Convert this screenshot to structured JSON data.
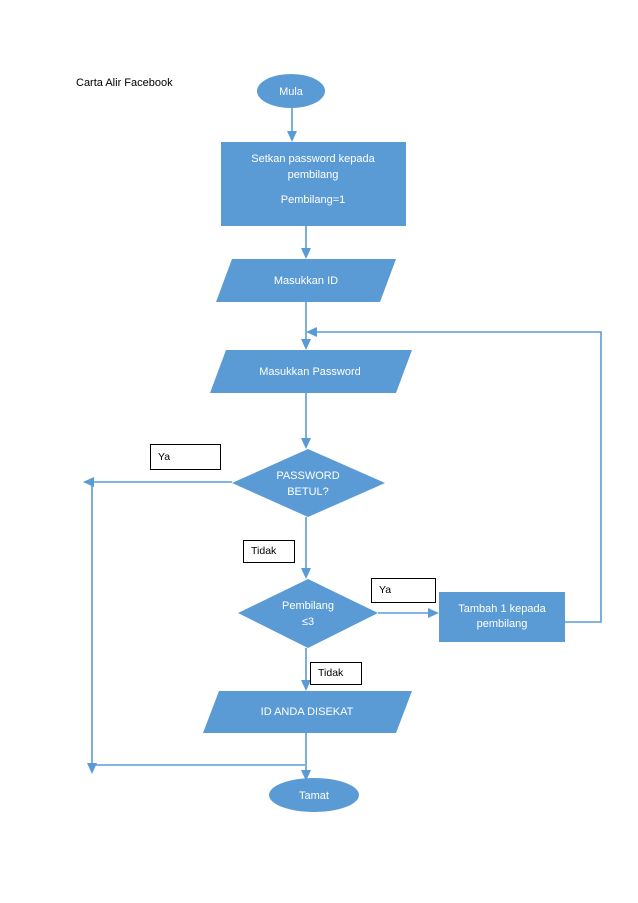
{
  "page": {
    "title": "Carta Alir Facebook",
    "background": "#ffffff",
    "shape_fill": "#5b9bd5",
    "connector_color": "#5b9bd5",
    "shape_text_color": "#ffffff",
    "label_text_color": "#000000"
  },
  "nodes": {
    "start": {
      "type": "terminator",
      "text": "Mula"
    },
    "set_password": {
      "type": "process",
      "line1": "Setkan password kepada",
      "line2": "pembilang",
      "line3": "Pembilang=1"
    },
    "input_id": {
      "type": "input",
      "text": "Masukkan ID"
    },
    "input_password": {
      "type": "input",
      "text": "Masukkan Password"
    },
    "check_password": {
      "type": "decision",
      "line1": "PASSWORD",
      "line2": "BETUL?"
    },
    "check_counter": {
      "type": "decision",
      "line1": "Pembilang",
      "line2": "≤3"
    },
    "increment": {
      "type": "process",
      "line1": "Tambah 1 kepada",
      "line2": "pembilang"
    },
    "blocked": {
      "type": "output",
      "text": "ID ANDA DISEKAT"
    },
    "end": {
      "type": "terminator",
      "text": "Tamat"
    }
  },
  "edge_labels": {
    "password_yes": "Ya",
    "password_no": "Tidak",
    "counter_yes": "Ya",
    "counter_no": "Tidak"
  }
}
